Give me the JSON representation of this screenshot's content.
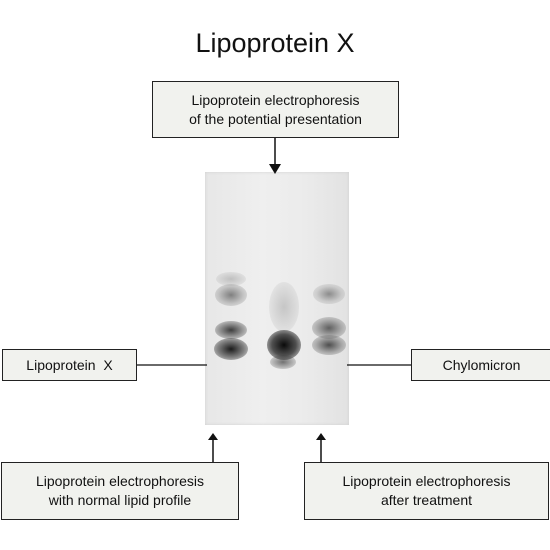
{
  "title": "Lipoprotein X",
  "labels": {
    "top": [
      "Lipoprotein electrophoresis",
      "of the potential presentation"
    ],
    "left": [
      "Lipoprotein  X"
    ],
    "right": [
      "Chylomicron"
    ],
    "bottom_left": [
      "Lipoprotein electrophoresis",
      "with normal lipid profile"
    ],
    "bottom_right": [
      "Lipoprotein electrophoresis",
      "after treatment"
    ]
  },
  "colors": {
    "box_fill": "#f1f2ee",
    "box_border": "#222222",
    "gel_background": "#ebebeb",
    "band_dark": "#1c1c1c"
  }
}
